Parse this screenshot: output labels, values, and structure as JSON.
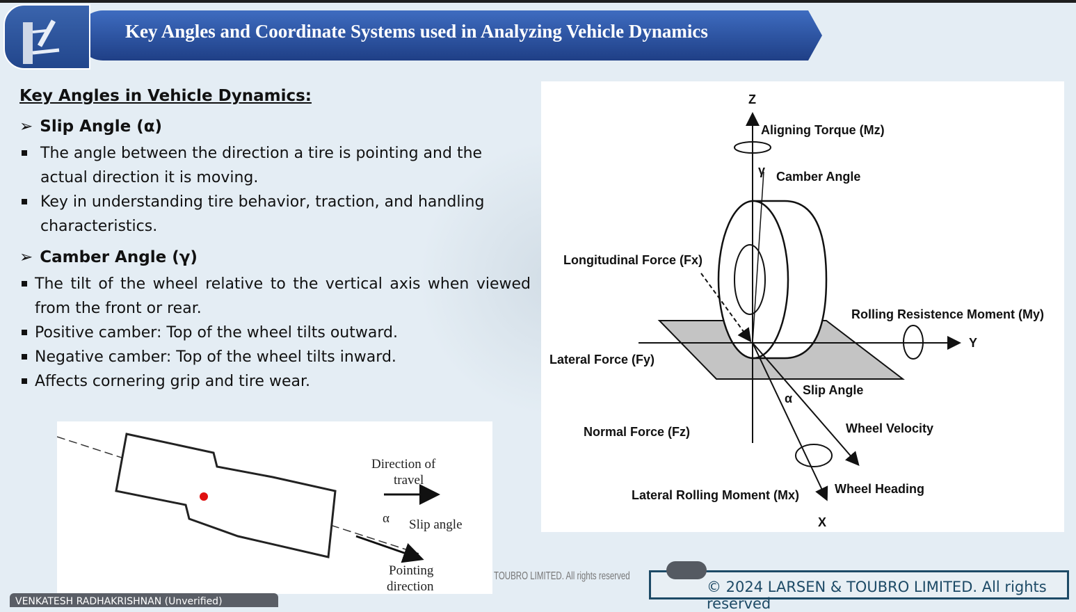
{
  "title": "Key Angles and Coordinate Systems used in Analyzing Vehicle Dynamics",
  "heading": "Key Angles in Vehicle Dynamics:",
  "slip": {
    "title": "Slip Angle (α)",
    "bullets": [
      "The angle between the direction a tire is pointing and the actual direction it is moving.",
      "Key in understanding tire behavior, traction, and handling characteristics."
    ]
  },
  "camber": {
    "title": "Camber Angle (γ)",
    "bullets": [
      "The tilt of the wheel relative to the vertical axis when viewed from the front or rear.",
      "Positive camber: Top of the wheel tilts outward.",
      "Negative camber: Top of the wheel tilts inward.",
      "Affects cornering grip and tire wear."
    ]
  },
  "diagram": {
    "z": "Z",
    "y": "Y",
    "x": "X",
    "aligning": "Aligning Torque (Mz)",
    "camber": "Camber Angle",
    "gamma": "γ",
    "longitudinal": "Longitudinal Force (Fx)",
    "rolling": "Rolling Resistence Moment (My)",
    "lateral": "Lateral Force (Fy)",
    "slip": "Slip Angle",
    "alpha": "α",
    "normal": "Normal Force (Fz)",
    "velocity": "Wheel Velocity",
    "lateral_rolling": "Lateral Rolling Moment (Mx)",
    "heading": "Wheel Heading"
  },
  "tire_image": {
    "direction1": "Direction of",
    "direction2": "travel",
    "alpha": "α",
    "slip": "Slip angle",
    "pointing1": "Pointing",
    "pointing2": "direction"
  },
  "watermark": "TOUBRO LIMITED. All rights reserved",
  "copyright": "© 2024 LARSEN & TOUBRO LIMITED. All rights reserved",
  "participant": "VENKATESH RADHAKRISHNAN (Unverified)"
}
